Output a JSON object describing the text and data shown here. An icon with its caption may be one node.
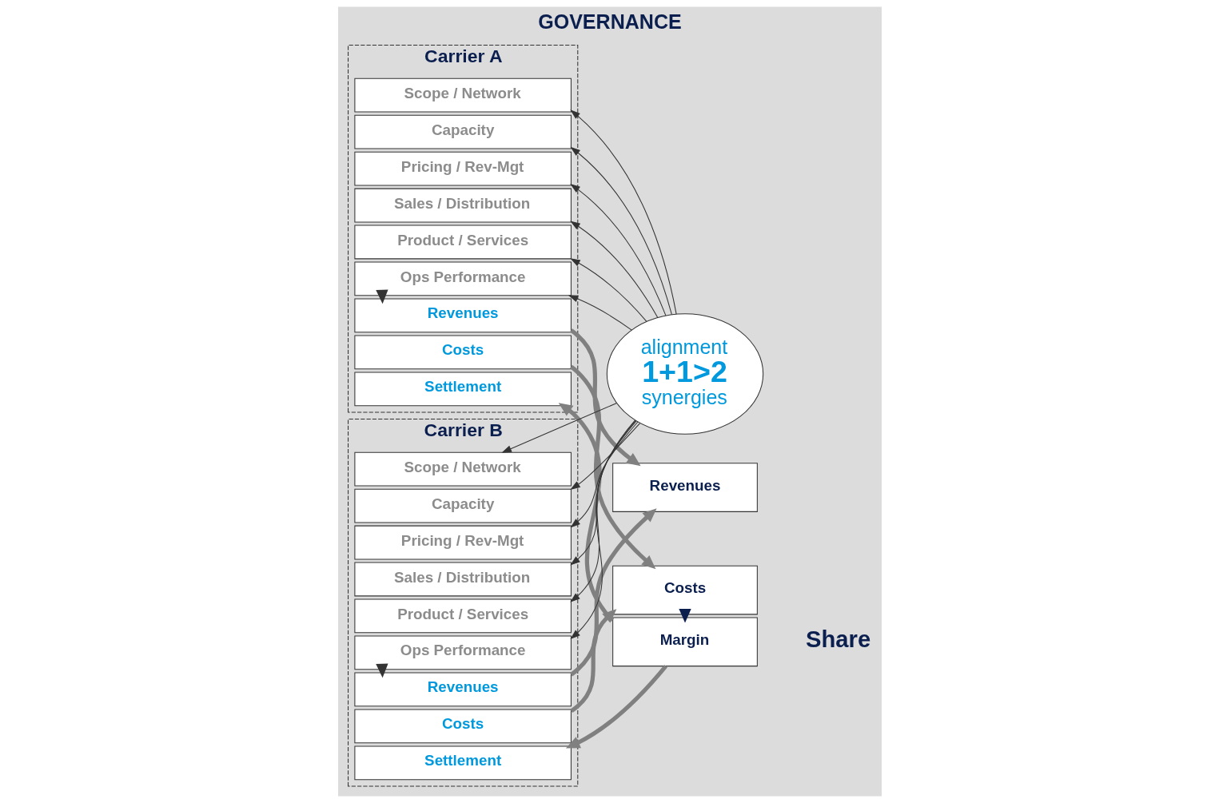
{
  "diagram": {
    "title": "GOVERNANCE",
    "nodes": [
      {
        "text": [
          "Carrier A"
        ]
      },
      {
        "text": [
          "Scope / Network"
        ],
        "in": 0
      },
      {
        "text": [
          "Capacity"
        ],
        "in": 0
      },
      {
        "text": [
          "Pricing / Rev-Mgt"
        ],
        "in": 0
      },
      {
        "text": [
          "Sales / Distribution"
        ],
        "in": 0
      },
      {
        "text": [
          "Product / Services"
        ],
        "in": 0
      },
      {
        "text": [
          "Ops Performance"
        ],
        "in": 0
      },
      {
        "text": [
          "Revenues"
        ],
        "in": 0
      },
      {
        "text": [
          "Costs"
        ],
        "in": 0
      },
      {
        "text": [
          "Settlement"
        ],
        "in": 0
      },
      {
        "text": [
          "Carrier B"
        ]
      },
      {
        "text": [
          "Scope / Network"
        ],
        "in": 10
      },
      {
        "text": [
          "Capacity"
        ],
        "in": 10
      },
      {
        "text": [
          "Pricing / Rev-Mgt"
        ],
        "in": 10
      },
      {
        "text": [
          "Sales / Distribution"
        ],
        "in": 10
      },
      {
        "text": [
          "Product / Services"
        ],
        "in": 10
      },
      {
        "text": [
          "Ops Performance"
        ],
        "in": 10
      },
      {
        "text": [
          "Revenues"
        ],
        "in": 10
      },
      {
        "text": [
          "Costs"
        ],
        "in": 10
      },
      {
        "text": [
          "Settlement"
        ],
        "in": 10
      },
      {
        "text": [
          "alignment",
          "1+1>2",
          "synergies"
        ]
      },
      {
        "text": [
          "Revenues"
        ]
      },
      {
        "text": [
          "Costs"
        ]
      },
      {
        "text": [
          "Margin"
        ]
      }
    ],
    "edges": [
      {
        "from": 20,
        "to": 1,
        "arrow": "to"
      },
      {
        "from": 20,
        "to": 2,
        "arrow": "to"
      },
      {
        "from": 20,
        "to": 3,
        "arrow": "to"
      },
      {
        "from": 20,
        "to": 4,
        "arrow": "to"
      },
      {
        "from": 20,
        "to": 5,
        "arrow": "to"
      },
      {
        "from": 20,
        "to": 6,
        "arrow": "to"
      },
      {
        "from": 20,
        "to": 11,
        "arrow": "to"
      },
      {
        "from": 20,
        "to": 12,
        "arrow": "to"
      },
      {
        "from": 20,
        "to": 13,
        "arrow": "to"
      },
      {
        "from": 20,
        "to": 14,
        "arrow": "to"
      },
      {
        "from": 20,
        "to": 15,
        "arrow": "to"
      },
      {
        "from": 20,
        "to": 16,
        "arrow": "to"
      },
      {
        "from": 6,
        "to": 7,
        "arrow": "to",
        "style": "thick"
      },
      {
        "from": 16,
        "to": 17,
        "arrow": "to",
        "style": "thick"
      },
      {
        "from": 7,
        "to": 21,
        "arrow": "to",
        "style": "thick",
        "color": "#808080"
      },
      {
        "from": 8,
        "to": 22,
        "arrow": "to",
        "style": "thick",
        "color": "#808080"
      },
      {
        "from": 17,
        "to": 21,
        "arrow": "to",
        "style": "thick",
        "color": "#808080"
      },
      {
        "from": 18,
        "to": 22,
        "arrow": "to",
        "style": "thick",
        "color": "#808080"
      },
      {
        "from": 22,
        "to": 23,
        "arrow": "to",
        "style": "thick",
        "color": "#0b1f4f"
      },
      {
        "from": 23,
        "to": 9,
        "arrow": "to",
        "style": "thick",
        "color": "#808080"
      },
      {
        "from": 23,
        "to": 19,
        "arrow": "to",
        "style": "thick",
        "color": "#808080"
      }
    ],
    "labels": [
      "Share"
    ]
  }
}
